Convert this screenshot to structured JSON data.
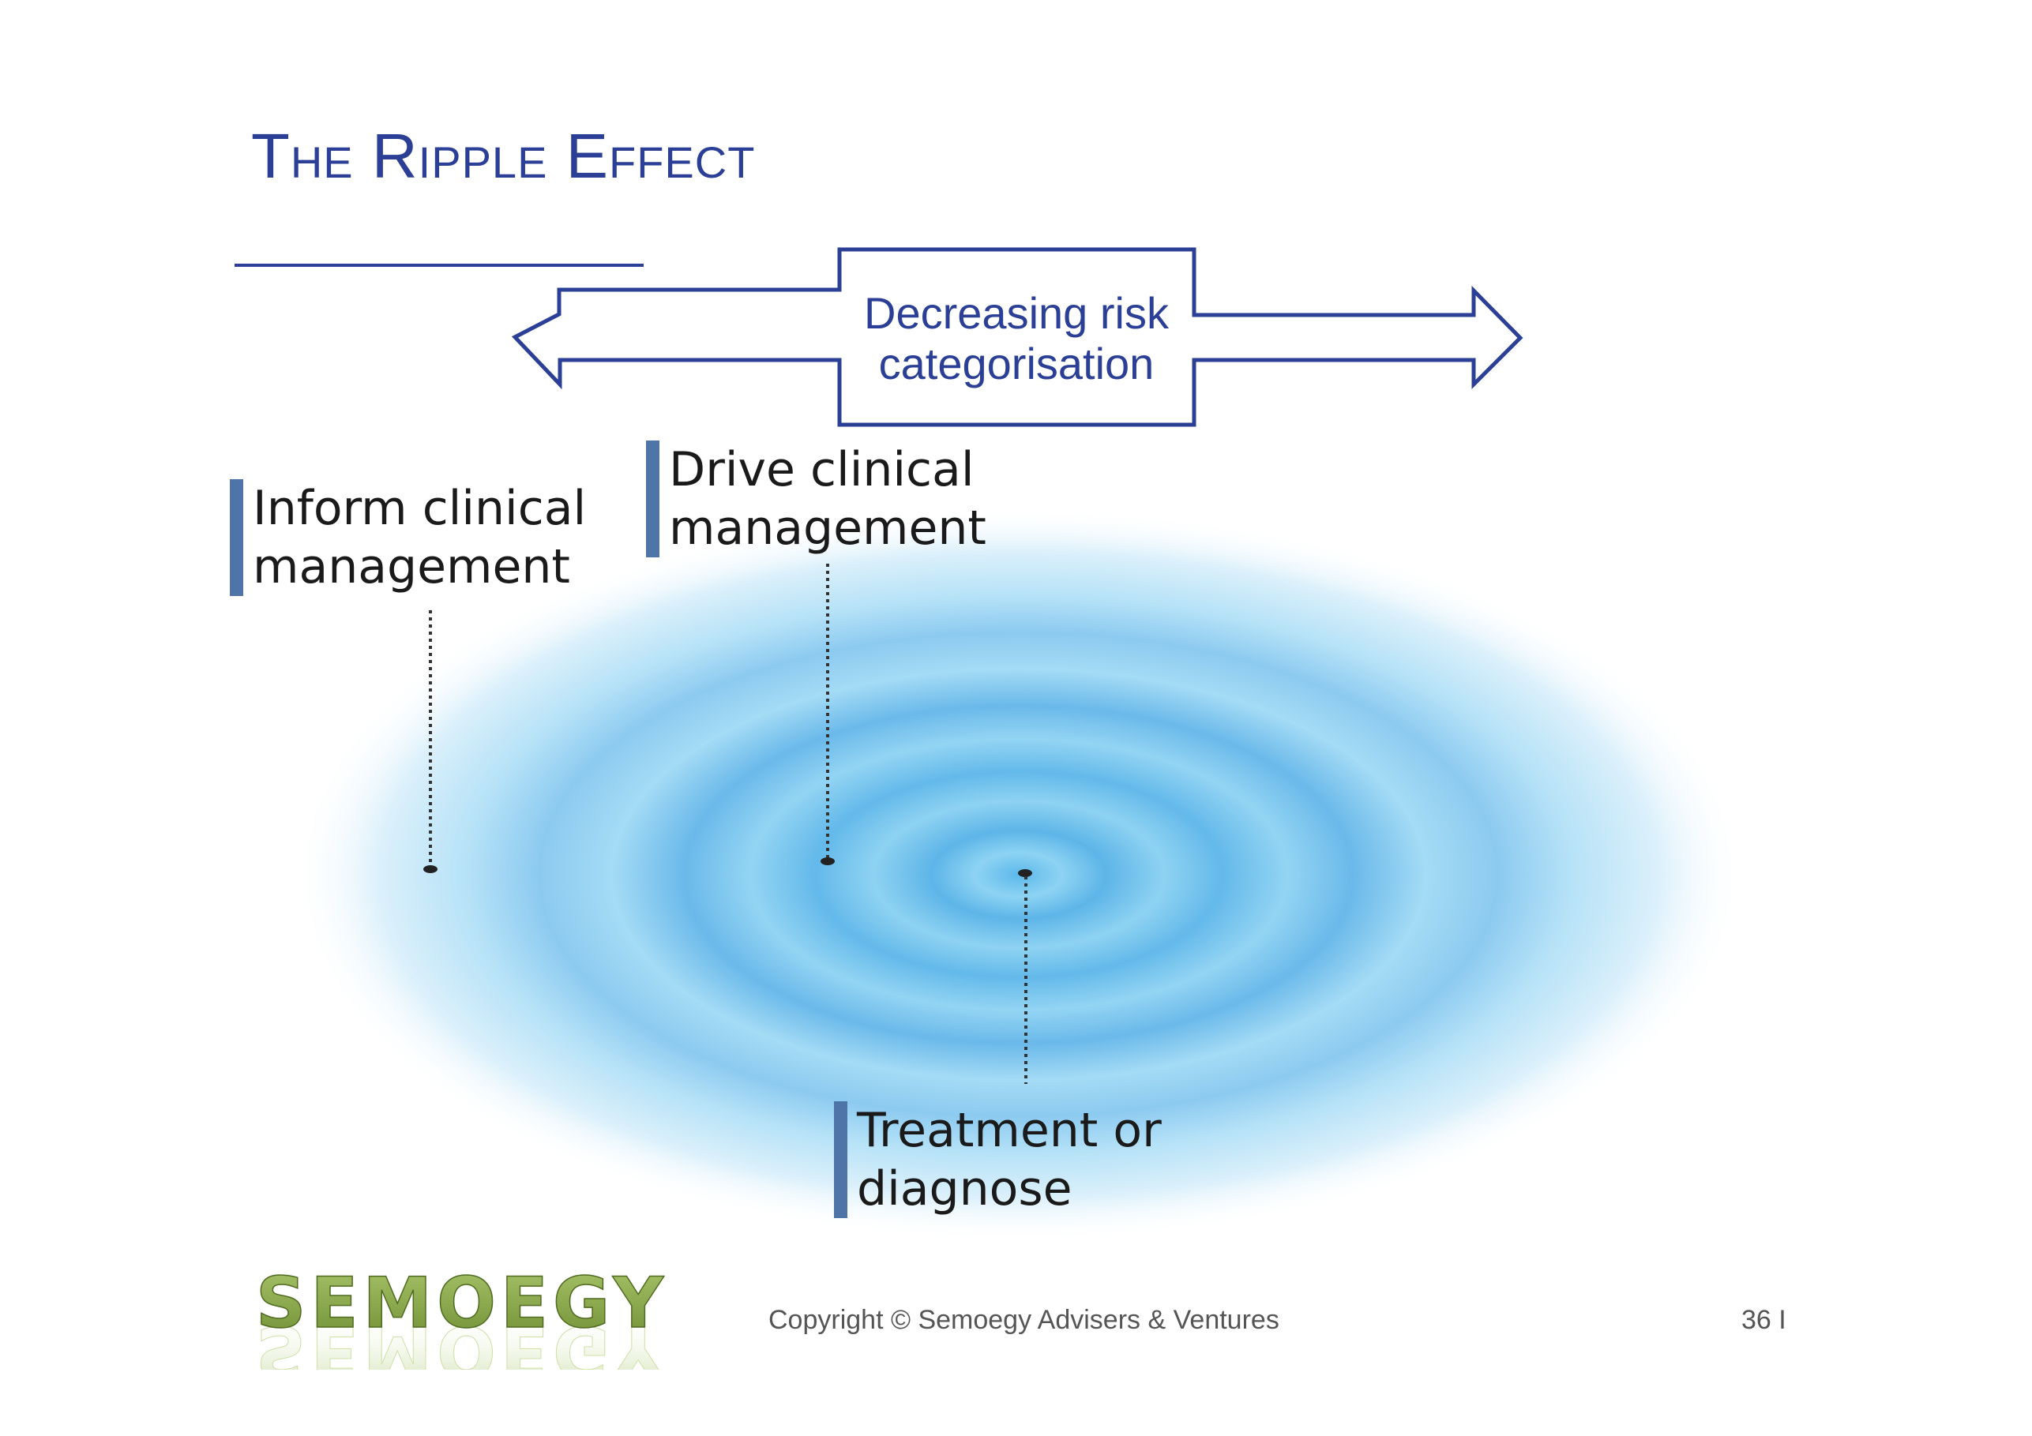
{
  "slide": {
    "title": "The Ripple Effect",
    "arrow_label_line1": "Decreasing risk",
    "arrow_label_line2": "categorisation",
    "callouts": {
      "inform_line1": "Inform clinical",
      "inform_line2": "management",
      "drive_line1": "Drive clinical",
      "drive_line2": "management",
      "treatment_line1": "Treatment or",
      "treatment_line2": "diagnose"
    }
  },
  "footer": {
    "logo_text": "SEMOEGY",
    "copyright": "Copyright © Semoegy Advisers & Ventures",
    "page_number": "36 I"
  },
  "colors": {
    "title_blue": "#2a3f95",
    "callout_bar": "#4f74a8",
    "ripple_center": "#5cb8ea",
    "logo_green": "#8bab4a"
  },
  "icons": {
    "double_arrow": "double-headed-arrow-icon",
    "ripple": "water-ripple-icon"
  }
}
